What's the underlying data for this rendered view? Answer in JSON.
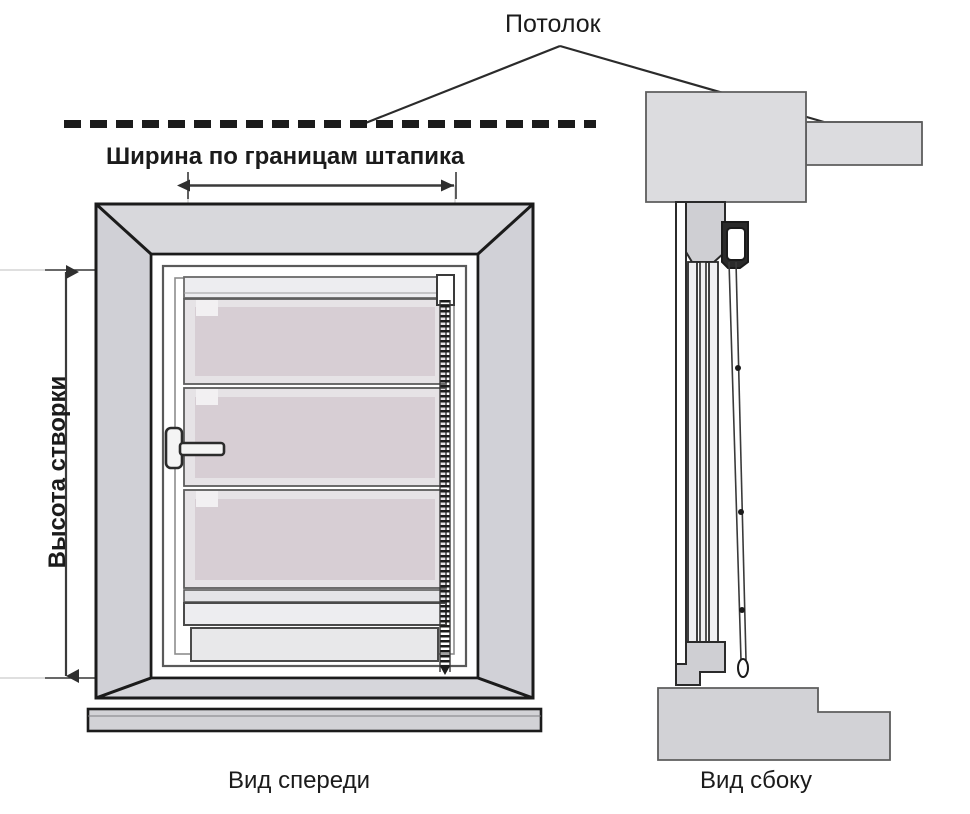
{
  "diagram": {
    "title_ceiling": "Потолок",
    "label_width": "Ширина по границам штапика",
    "label_height": "Высота створки",
    "caption_front": "Вид спереди",
    "caption_side": "Вид сбоку"
  },
  "colors": {
    "ink": "#1b1b1b",
    "outline": "#2b2b2b",
    "reveal_fill": "#d4d4d9",
    "reveal_fill_light": "#dcdce0",
    "sill_fill": "#d2d2d6",
    "fabric": "#d7ced4",
    "sash_white": "#ffffff",
    "rail_fill": "#e9e9ec",
    "wall_fill": "#dcdcdf",
    "profile_fill": "#cfcfd3",
    "cassette_dark": "#2b2b2b",
    "dimension_line": "#3a3a3a",
    "faint_guide": "#9a9a9a",
    "background": "#ffffff"
  },
  "parts": {
    "ceiling_dashed_line": "ceiling-dashed-line",
    "leader_left": "ceiling-leader-left",
    "leader_right": "ceiling-leader-right",
    "width_dimension": "width-dimension-arrow",
    "height_dimension": "height-dimension-arrow",
    "window_reveal": "window-reveal",
    "window_sash": "window-sash",
    "window_handle": "window-handle",
    "blind_cassette": "blind-cassette",
    "blind_fabric": "blind-fabric",
    "blind_bottom_rail": "blind-bottom-rail",
    "bead_chain": "bead-chain",
    "window_sill": "window-sill",
    "side_wall": "side-wall-section",
    "side_profile": "side-window-profile",
    "side_sill": "side-window-sill"
  }
}
